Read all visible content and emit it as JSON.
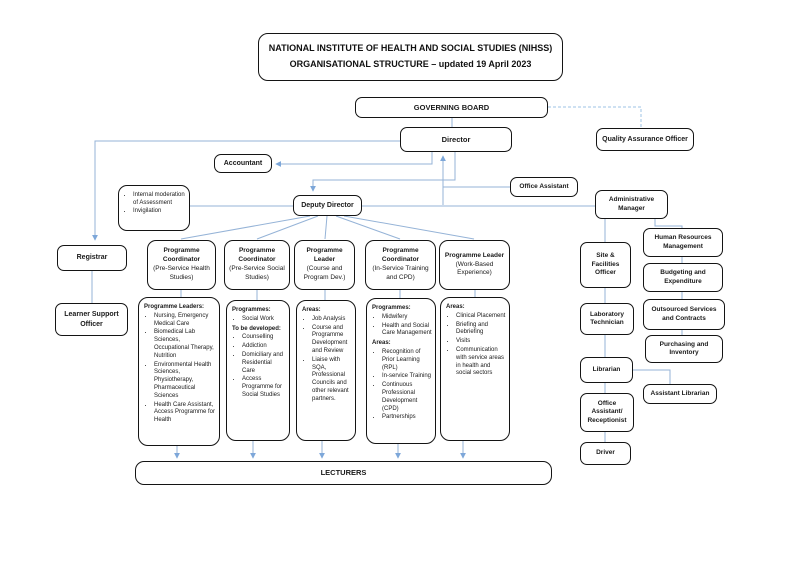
{
  "title": {
    "line1": "NATIONAL INSTITUTE OF HEALTH AND SOCIAL STUDIES (NIHSS)",
    "line2": "ORGANISATIONAL STRUCTURE – updated 19 April 2023"
  },
  "nodes": {
    "governing_board": "GOVERNING BOARD",
    "director": "Director",
    "quality_assurance_officer": "Quality Assurance Officer",
    "accountant": "Accountant",
    "office_assistant": "Office Assistant",
    "deputy_director": "Deputy Director",
    "administrative_manager": "Administrative Manager",
    "registrar": "Registrar",
    "learner_support_officer": "Learner Support Officer",
    "lecturers": "LECTURERS",
    "site_facilities_officer": "Site & Facilities Officer",
    "laboratory_technician": "Laboratory Technician",
    "librarian": "Librarian",
    "office_assistant_receptionist": "Office Assistant/ Receptionist",
    "driver": "Driver",
    "human_resources_management": "Human Resources Management",
    "budgeting_expenditure": "Budgeting and Expenditure",
    "outsourced_services": "Outsourced Services and Contracts",
    "purchasing_inventory": "Purchasing and Inventory",
    "assistant_librarian": "Assistant Librarian"
  },
  "moderation": {
    "items": [
      "Internal moderation of Assessment",
      "Invigilation"
    ]
  },
  "programmes": [
    {
      "title": "Programme Coordinator",
      "subtitle": "(Pre-Service Health Studies)",
      "sections": [
        {
          "heading": "Programme Leaders:",
          "items": [
            "Nursing, Emergency Medical Care",
            "Biomedical Lab Sciences, Occupational Therapy, Nutrition",
            "Environmental Health Sciences, Physiotherapy, Pharmaceutical Sciences",
            "Health Care Assistant, Access Programme for Health"
          ]
        }
      ]
    },
    {
      "title": "Programme Coordinator",
      "subtitle": "(Pre-Service Social Studies)",
      "sections": [
        {
          "heading": "Programmes:",
          "items": [
            "Social Work"
          ]
        },
        {
          "heading": "To be developed:",
          "items": [
            "Counselling",
            "Addiction",
            "Domiciliary and Residential Care",
            "Access Programme for Social Studies"
          ]
        }
      ]
    },
    {
      "title": "Programme Leader",
      "subtitle": "(Course and Program Dev.)",
      "sections": [
        {
          "heading": "Areas:",
          "items": [
            "Job Analysis",
            "Course and Programme Development and Review",
            "Liaise with SQA, Professional Councils and other relevant partners."
          ]
        }
      ]
    },
    {
      "title": "Programme Coordinator",
      "subtitle": "(In-Service Training and CPD)",
      "sections": [
        {
          "heading": "Programmes:",
          "items": [
            "Midwifery",
            "Health and Social Care Management"
          ]
        },
        {
          "heading": "Areas:",
          "items": [
            "Recognition of Prior Learning (RPL)",
            "In-service Training",
            "Continuous Professional Development (CPD)",
            "Partnerships"
          ]
        }
      ]
    },
    {
      "title": "Programme Leader",
      "subtitle": "(Work-Based Experience)",
      "sections": [
        {
          "heading": "Areas:",
          "items": [
            "Clinical Placement",
            "Briefing and Debriefing",
            "Visits",
            "Communication with service areas in health and social sectors"
          ]
        }
      ]
    }
  ],
  "colors": {
    "connector": "#95b3d7",
    "dashed_connector": "#9dc3e6",
    "arrowhead": "#7da7d9",
    "box_border": "#141414"
  }
}
